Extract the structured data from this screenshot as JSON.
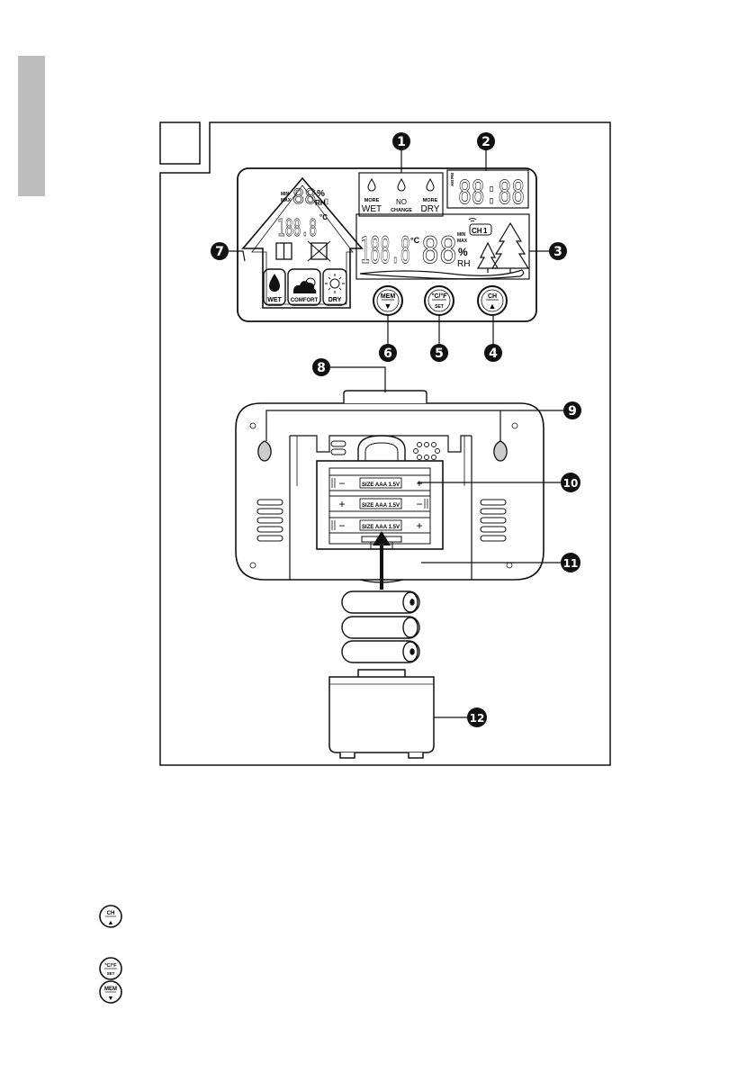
{
  "figure": {
    "number_box": "",
    "callouts": [
      "1",
      "2",
      "3",
      "4",
      "5",
      "6",
      "7",
      "8",
      "9",
      "10",
      "11",
      "12"
    ]
  },
  "lcd": {
    "trend": {
      "more_wet_top": "MORE",
      "more_wet": "WET",
      "no_change_top": "NO",
      "no_change": "CHANGE",
      "more_dry_top": "MORE",
      "more_dry": "DRY"
    },
    "clock": {
      "am_pm": "AM PM",
      "time": "88:88"
    },
    "indoor": {
      "min": "MIN",
      "max": "MAX",
      "humidity": "88",
      "percent": "%",
      "rh": "RH",
      "temperature": "188.8",
      "unit": "°C"
    },
    "comfort": {
      "wet": "WET",
      "comfort": "COMFORT",
      "dry": "DRY"
    },
    "outdoor": {
      "min": "MIN",
      "max": "MAX",
      "channel": "CH",
      "channel_num": "1",
      "temperature": "188.8",
      "unit": "°C",
      "humidity": "88",
      "percent": "%",
      "rh": "RH"
    }
  },
  "buttons": {
    "mem": {
      "top": "MEM",
      "bottom": "▼"
    },
    "unit": {
      "top": "°C/°F",
      "bottom": "SET"
    },
    "ch": {
      "top": "CH",
      "bottom": "▲"
    }
  },
  "battery": {
    "label": "SIZE AAA 1.5V",
    "plus": "+",
    "minus": "−"
  },
  "legend_icons": [
    {
      "top": "CH",
      "bottom": "▲"
    },
    {
      "top": "°C/°F",
      "bottom": "SET"
    },
    {
      "top": "MEM",
      "bottom": "▼"
    }
  ]
}
